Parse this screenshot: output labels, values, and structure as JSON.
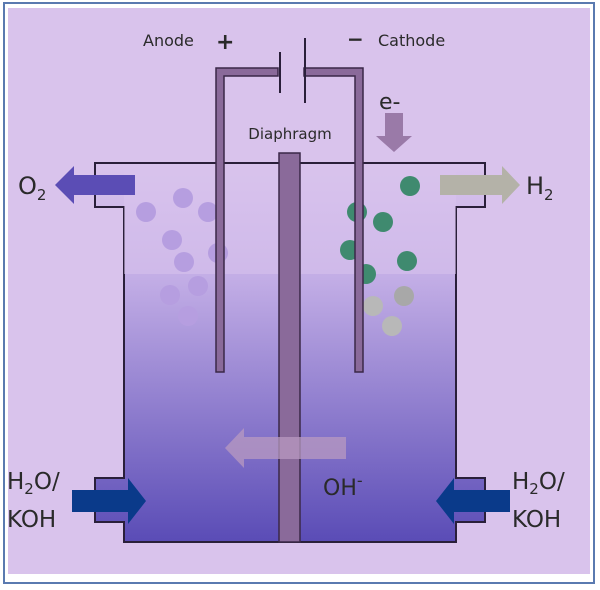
{
  "diagram": {
    "anode_label": "Anode",
    "anode_sign": "+",
    "cathode_label": "Cathode",
    "cathode_sign": "−",
    "electron_label": "e-",
    "diaphragm_label": "Diaphragm",
    "oxygen_label": {
      "main": "O",
      "sub": "2"
    },
    "hydrogen_label": {
      "main": "H",
      "sub": "2"
    },
    "hydroxide_label": {
      "main": "OH",
      "sup": "-"
    },
    "inlet_left": {
      "line1_main": "H",
      "line1_sub": "2",
      "line1_rest": "O/",
      "line2": "KOH"
    },
    "inlet_right": {
      "line1_main": "H",
      "line1_sub": "2",
      "line1_rest": "O/",
      "line2": "KOH"
    },
    "colors": {
      "background": "#d9c3ec",
      "electrode": "#8a6a9a",
      "oxygen": "#5b4db5",
      "hydrogen": "#b4b2a8",
      "inlet": "#0a3a8a",
      "bubble_oxygen": "#b69ee0",
      "bubble_hydrogen": "#3f8a6f"
    }
  }
}
